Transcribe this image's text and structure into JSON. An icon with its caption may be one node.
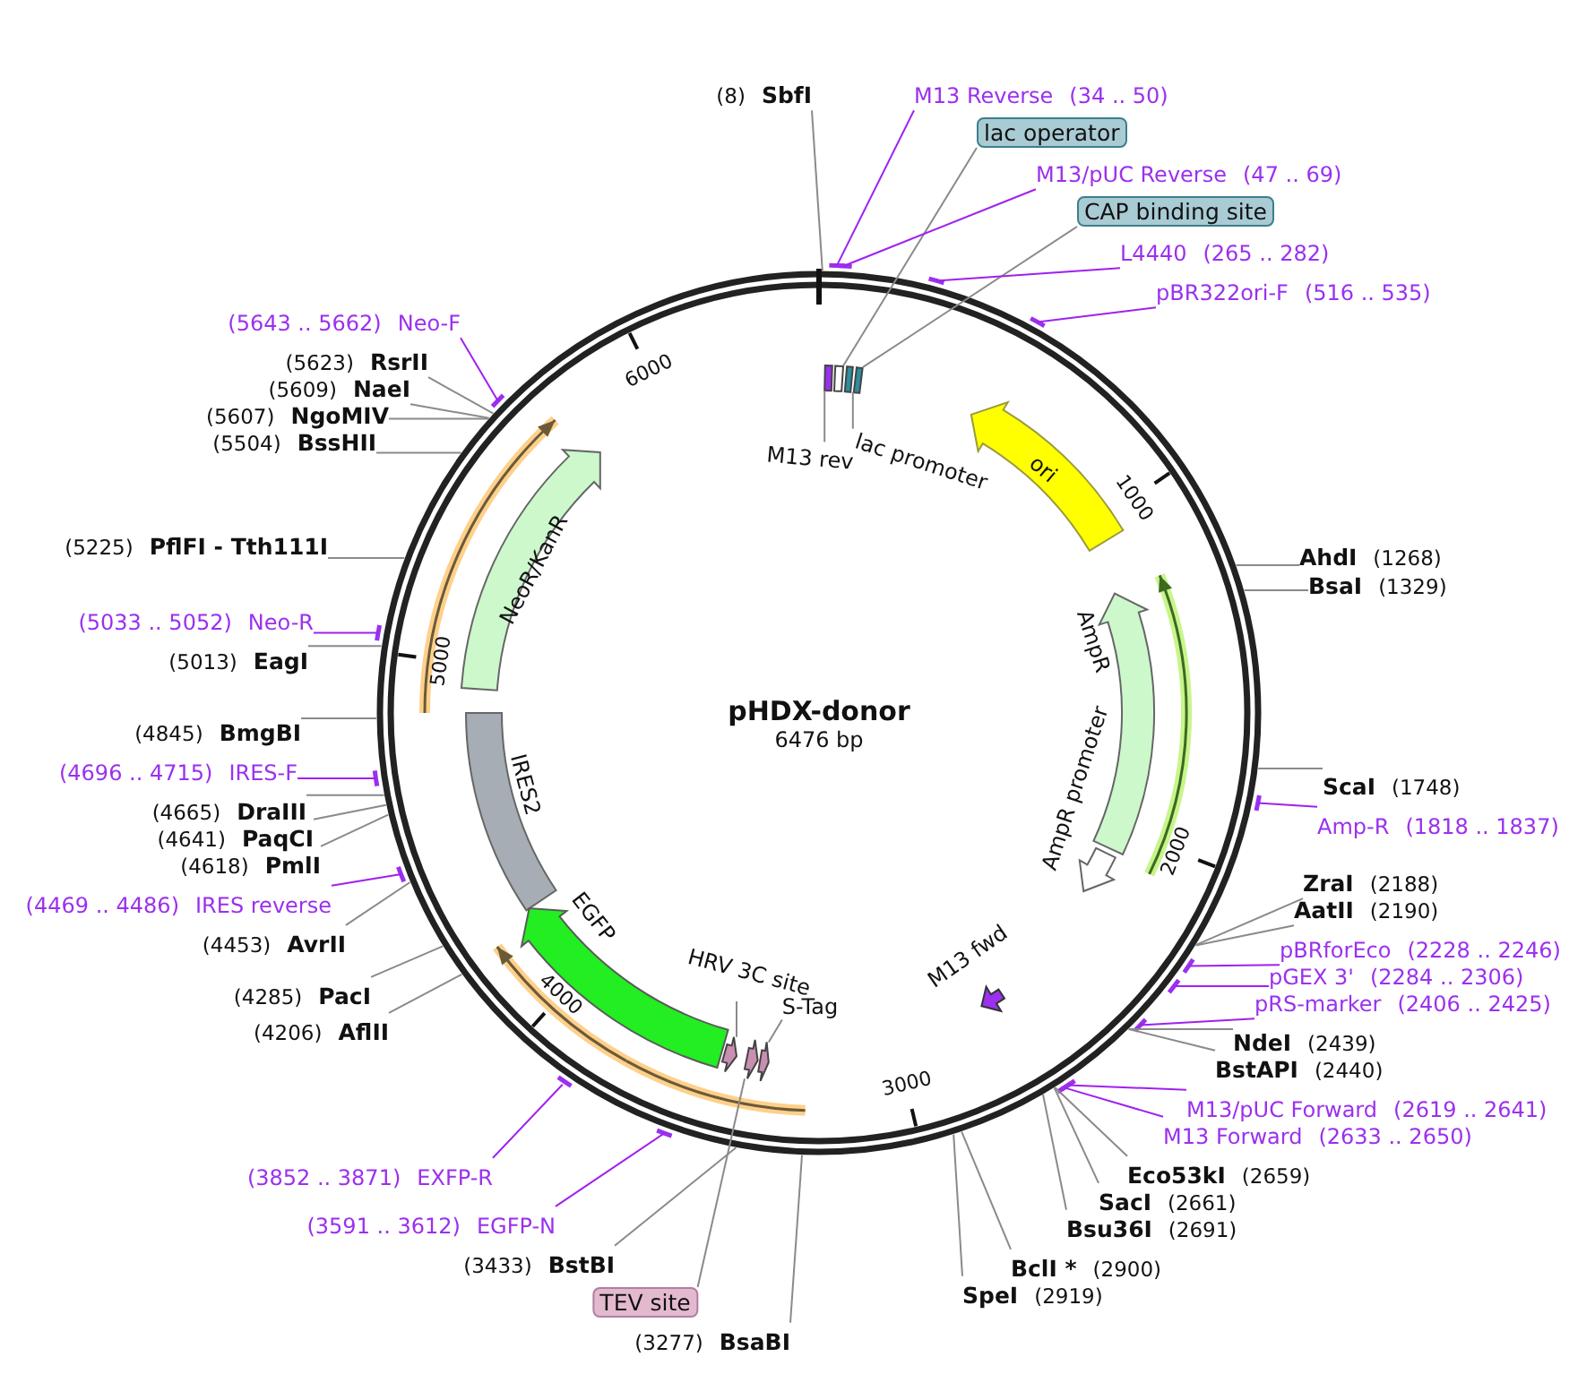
{
  "diagram": {
    "title": "pHDX-donor",
    "nodes": [
      {
        "text": [
          "(8)",
          "SbfI"
        ]
      },
      {
        "text": [
          "M13 Reverse",
          "(34 .. 50)"
        ]
      },
      {
        "text": [
          "lac operator"
        ]
      },
      {
        "text": [
          "M13/pUC Reverse",
          "(47 .. 69)"
        ]
      },
      {
        "text": [
          "CAP binding site"
        ]
      },
      {
        "text": [
          "L4440",
          "(265 .. 282)"
        ]
      },
      {
        "text": [
          "pBR322ori-F",
          "(516 .. 535)"
        ]
      },
      {
        "text": [
          "AhdI",
          "(1268)"
        ]
      },
      {
        "text": [
          "BsaI",
          "(1329)"
        ]
      },
      {
        "text": [
          "ScaI",
          "(1748)"
        ]
      },
      {
        "text": [
          "Amp-R",
          "(1818 .. 1837)"
        ]
      },
      {
        "text": [
          "ZraI",
          "(2188)"
        ]
      },
      {
        "text": [
          "AatII",
          "(2190)"
        ]
      },
      {
        "text": [
          "pBRforEco",
          "(2228 .. 2246)"
        ]
      },
      {
        "text": [
          "pGEX 3'",
          "(2284 .. 2306)"
        ]
      },
      {
        "text": [
          "pRS-marker",
          "(2406 .. 2425)"
        ]
      },
      {
        "text": [
          "NdeI",
          "(2439)"
        ]
      },
      {
        "text": [
          "BstAPI",
          "(2440)"
        ]
      },
      {
        "text": [
          "M13/pUC Forward",
          "(2619 .. 2641)"
        ]
      },
      {
        "text": [
          "M13 Forward",
          "(2633 .. 2650)"
        ]
      },
      {
        "text": [
          "Eco53kI",
          "(2659)"
        ]
      },
      {
        "text": [
          "SacI",
          "(2661)"
        ]
      },
      {
        "text": [
          "Bsu36I",
          "(2691)"
        ]
      },
      {
        "text": [
          "BclI *",
          "(2900)"
        ]
      },
      {
        "text": [
          "SpeI",
          "(2919)"
        ]
      },
      {
        "text": [
          "(3277)",
          "BsaBI"
        ]
      },
      {
        "text": [
          "TEV site"
        ]
      },
      {
        "text": [
          "(3433)",
          "BstBI"
        ]
      },
      {
        "text": [
          "(3591 .. 3612)",
          "EGFP-N"
        ]
      },
      {
        "text": [
          "(3852 .. 3871)",
          "EXFP-R"
        ]
      },
      {
        "text": [
          "(4206)",
          "AflII"
        ]
      },
      {
        "text": [
          "(4285)",
          "PacI"
        ]
      },
      {
        "text": [
          "(4453)",
          "AvrII"
        ]
      },
      {
        "text": [
          "(4469 .. 4486)",
          "IRES reverse"
        ]
      },
      {
        "text": [
          "(4618)",
          "PmlI"
        ]
      },
      {
        "text": [
          "(4641)",
          "PaqCI"
        ]
      },
      {
        "text": [
          "(4665)",
          "DraIII"
        ]
      },
      {
        "text": [
          "(4696 .. 4715)",
          "IRES-F"
        ]
      },
      {
        "text": [
          "(4845)",
          "BmgBI"
        ]
      },
      {
        "text": [
          "(5013)",
          "EagI"
        ]
      },
      {
        "text": [
          "(5033 .. 5052)",
          "Neo-R"
        ]
      },
      {
        "text": [
          "(5225)",
          "PflFI - Tth111I"
        ]
      },
      {
        "text": [
          "(5504)",
          "BssHII"
        ]
      },
      {
        "text": [
          "(5607)",
          "NgoMIV"
        ]
      },
      {
        "text": [
          "(5609)",
          "NaeI"
        ]
      },
      {
        "text": [
          "(5623)",
          "RsrII"
        ]
      },
      {
        "text": [
          "(5643 .. 5662)",
          "Neo-F"
        ]
      },
      {
        "text": [
          "lac promoter"
        ]
      },
      {
        "text": [
          "M13 rev"
        ]
      },
      {
        "text": [
          "ori"
        ]
      },
      {
        "text": [
          "AmpR"
        ]
      },
      {
        "text": [
          "AmpR promoter"
        ]
      },
      {
        "text": [
          "M13 fwd"
        ]
      },
      {
        "text": [
          "HRV 3C site"
        ]
      },
      {
        "text": [
          "S-Tag"
        ]
      },
      {
        "text": [
          "EGFP"
        ]
      },
      {
        "text": [
          "IRES2"
        ]
      },
      {
        "text": [
          "NeoR/KanR"
        ]
      },
      {
        "text": [],
        "shape": "bar"
      },
      {
        "text": [],
        "shape": "bar"
      },
      {
        "text": [],
        "shape": "bar"
      },
      {
        "text": [],
        "shape": "bar"
      },
      {
        "text": [],
        "shape": "arrow"
      },
      {
        "text": [],
        "shape": "arrow"
      },
      {
        "text": [],
        "shape": "arrow"
      }
    ],
    "edges": [
      {
        "from": 0,
        "to": null,
        "arrow": "none"
      },
      {
        "from": 1,
        "to": null,
        "arrow": "none",
        "color": "#a020f0"
      },
      {
        "from": 2,
        "to": 59,
        "arrow": "none"
      },
      {
        "from": 3,
        "to": null,
        "arrow": "none",
        "color": "#a020f0"
      },
      {
        "from": 4,
        "to": 61,
        "arrow": "none"
      },
      {
        "from": 5,
        "to": null,
        "arrow": "none",
        "color": "#a020f0"
      },
      {
        "from": 6,
        "to": null,
        "arrow": "none",
        "color": "#a020f0"
      },
      {
        "from": 7,
        "to": null,
        "arrow": "none"
      },
      {
        "from": 8,
        "to": null,
        "arrow": "none"
      },
      {
        "from": 9,
        "to": null,
        "arrow": "none"
      },
      {
        "from": 10,
        "to": null,
        "arrow": "none",
        "color": "#a020f0"
      },
      {
        "from": 11,
        "to": null,
        "arrow": "none"
      },
      {
        "from": 12,
        "to": null,
        "arrow": "none"
      },
      {
        "from": 13,
        "to": null,
        "arrow": "none",
        "color": "#a020f0"
      },
      {
        "from": 14,
        "to": null,
        "arrow": "none",
        "color": "#a020f0"
      },
      {
        "from": 15,
        "to": null,
        "arrow": "none",
        "color": "#a020f0"
      },
      {
        "from": 16,
        "to": null,
        "arrow": "none"
      },
      {
        "from": 17,
        "to": null,
        "arrow": "none"
      },
      {
        "from": 18,
        "to": null,
        "arrow": "none",
        "color": "#a020f0"
      },
      {
        "from": 19,
        "to": null,
        "arrow": "none",
        "color": "#a020f0"
      },
      {
        "from": 20,
        "to": null,
        "arrow": "none"
      },
      {
        "from": 21,
        "to": null,
        "arrow": "none"
      },
      {
        "from": 22,
        "to": null,
        "arrow": "none"
      },
      {
        "from": 23,
        "to": null,
        "arrow": "none"
      },
      {
        "from": 24,
        "to": null,
        "arrow": "none"
      },
      {
        "from": 25,
        "to": null,
        "arrow": "none"
      },
      {
        "from": 26,
        "to": 63,
        "arrow": "none"
      },
      {
        "from": 27,
        "to": null,
        "arrow": "none"
      },
      {
        "from": 28,
        "to": null,
        "arrow": "none",
        "color": "#a020f0"
      },
      {
        "from": 29,
        "to": null,
        "arrow": "none",
        "color": "#a020f0"
      },
      {
        "from": 30,
        "to": null,
        "arrow": "none"
      },
      {
        "from": 31,
        "to": null,
        "arrow": "none"
      },
      {
        "from": 32,
        "to": null,
        "arrow": "none"
      },
      {
        "from": 33,
        "to": null,
        "arrow": "none",
        "color": "#a020f0"
      },
      {
        "from": 34,
        "to": null,
        "arrow": "none"
      },
      {
        "from": 35,
        "to": null,
        "arrow": "none"
      },
      {
        "from": 36,
        "to": null,
        "arrow": "none"
      },
      {
        "from": 37,
        "to": null,
        "arrow": "none",
        "color": "#a020f0"
      },
      {
        "from": 38,
        "to": null,
        "arrow": "none"
      },
      {
        "from": 39,
        "to": null,
        "arrow": "none"
      },
      {
        "from": 40,
        "to": null,
        "arrow": "none",
        "color": "#a020f0"
      },
      {
        "from": 41,
        "to": null,
        "arrow": "none"
      },
      {
        "from": 42,
        "to": null,
        "arrow": "none"
      },
      {
        "from": 43,
        "to": null,
        "arrow": "none"
      },
      {
        "from": 44,
        "to": null,
        "arrow": "none"
      },
      {
        "from": 45,
        "to": null,
        "arrow": "none"
      },
      {
        "from": 46,
        "to": null,
        "arrow": "none",
        "color": "#a020f0"
      },
      {
        "from": 47,
        "to": 60,
        "arrow": "none"
      },
      {
        "from": 48,
        "to": 58,
        "arrow": "none"
      },
      {
        "from": 53,
        "to": 62,
        "arrow": "none"
      },
      {
        "from": 54,
        "to": 64,
        "arrow": "none"
      }
    ],
    "labels": [
      "6476 bp",
      "1000",
      "2000",
      "3000",
      "4000",
      "5000",
      "6000"
    ]
  }
}
